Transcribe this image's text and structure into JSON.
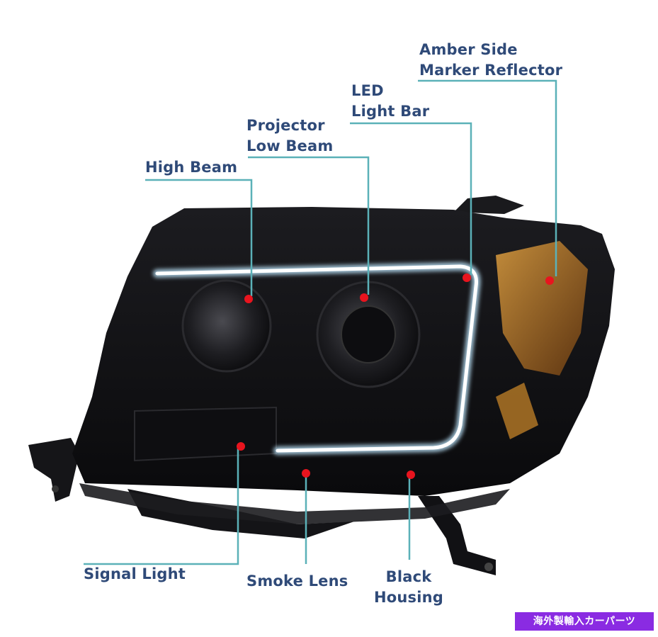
{
  "colors": {
    "label_text": "#2f4a78",
    "leader_line": "#5bb1b8",
    "marker_dot": "#e8141e",
    "housing": "#111114",
    "amber": "#c9822e",
    "watermark_bg": "#8a2be2"
  },
  "callouts": [
    {
      "id": "amber-side-marker-reflector",
      "lines": [
        "Amber Side",
        "Marker Reflector"
      ]
    },
    {
      "id": "led-light-bar",
      "lines": [
        "LED",
        "Light Bar"
      ]
    },
    {
      "id": "projector-low-beam",
      "lines": [
        "Projector",
        "Low Beam"
      ]
    },
    {
      "id": "high-beam",
      "lines": [
        "High Beam"
      ]
    },
    {
      "id": "signal-light",
      "lines": [
        "Signal Light"
      ]
    },
    {
      "id": "smoke-lens",
      "lines": [
        "Smoke Lens"
      ]
    },
    {
      "id": "black-housing",
      "lines": [
        "Black",
        "Housing"
      ]
    }
  ],
  "watermark": {
    "text": "海外製輸入カーパーツ"
  }
}
